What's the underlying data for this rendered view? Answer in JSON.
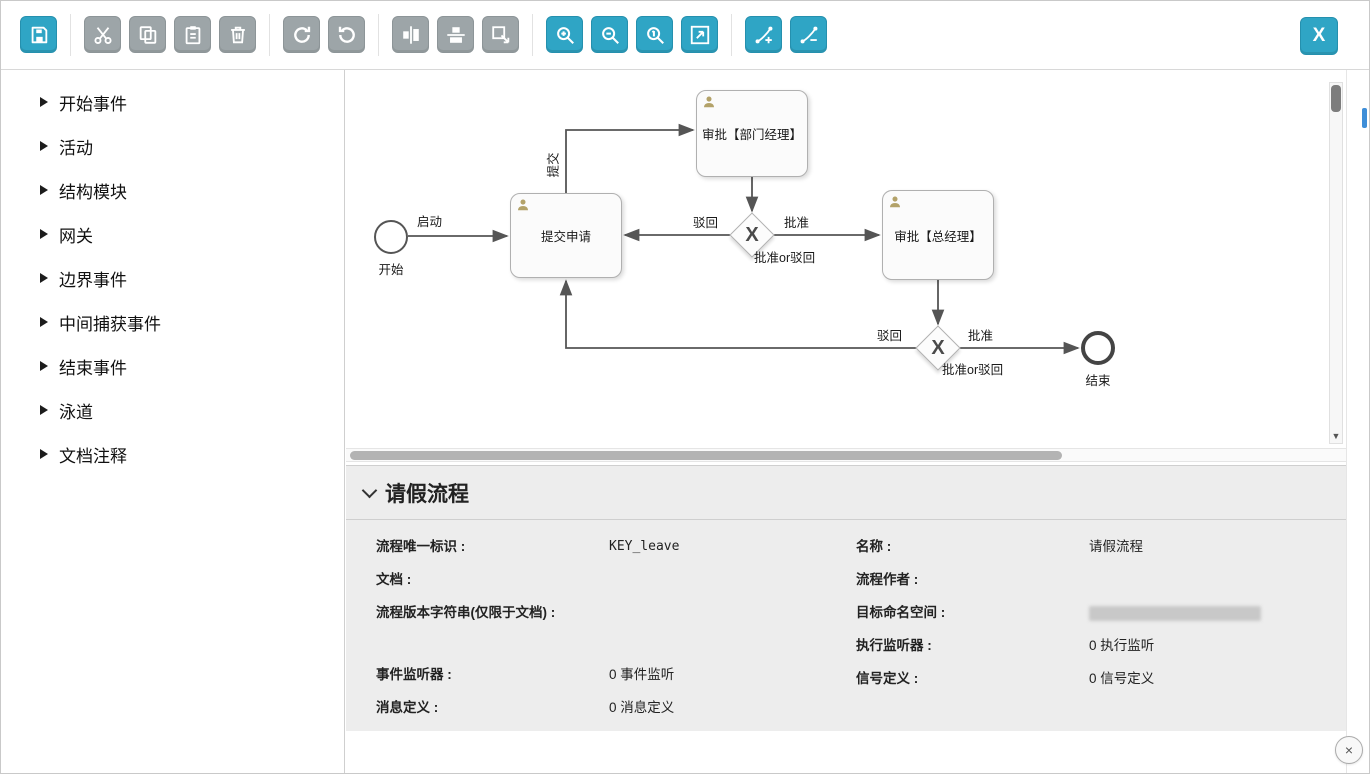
{
  "colors": {
    "accent": "#2fa5c5",
    "disabled": "#9da5a8"
  },
  "toolbar": {
    "groups": [
      {
        "buttons": [
          {
            "id": "save",
            "icon": "save-icon",
            "enabled": true
          }
        ]
      },
      {
        "buttons": [
          {
            "id": "cut",
            "icon": "cut-icon",
            "enabled": false
          },
          {
            "id": "copy",
            "icon": "copy-icon",
            "enabled": false
          },
          {
            "id": "paste",
            "icon": "paste-icon",
            "enabled": false
          },
          {
            "id": "delete",
            "icon": "trash-icon",
            "enabled": false
          }
        ]
      },
      {
        "buttons": [
          {
            "id": "redo",
            "icon": "redo-icon",
            "enabled": false
          },
          {
            "id": "undo",
            "icon": "undo-icon",
            "enabled": false
          }
        ]
      },
      {
        "buttons": [
          {
            "id": "align-middle",
            "icon": "align-middle-icon",
            "enabled": false
          },
          {
            "id": "align-center",
            "icon": "align-center-icon",
            "enabled": false
          },
          {
            "id": "same-size",
            "icon": "same-size-icon",
            "enabled": false
          }
        ]
      },
      {
        "buttons": [
          {
            "id": "zoom-in",
            "icon": "zoom-in-icon",
            "enabled": true
          },
          {
            "id": "zoom-out",
            "icon": "zoom-out-icon",
            "enabled": true
          },
          {
            "id": "zoom-actual",
            "icon": "zoom-actual-icon",
            "enabled": true
          },
          {
            "id": "zoom-fit",
            "icon": "zoom-fit-icon",
            "enabled": true
          }
        ]
      },
      {
        "buttons": [
          {
            "id": "bendpoint-add",
            "icon": "bendpoint-add-icon",
            "enabled": true
          },
          {
            "id": "bendpoint-remove",
            "icon": "bendpoint-remove-icon",
            "enabled": true
          }
        ]
      }
    ],
    "close_label": "X"
  },
  "palette": {
    "items": [
      {
        "label": "开始事件"
      },
      {
        "label": "活动"
      },
      {
        "label": "结构模块"
      },
      {
        "label": "网关"
      },
      {
        "label": "边界事件"
      },
      {
        "label": "中间捕获事件"
      },
      {
        "label": "结束事件"
      },
      {
        "label": "泳道"
      },
      {
        "label": "文档注释"
      }
    ]
  },
  "diagram": {
    "start": {
      "label": "开始"
    },
    "end": {
      "label": "结束"
    },
    "tasks": {
      "submit": {
        "label": "提交申请"
      },
      "dept": {
        "label": "审批【部门经理】"
      },
      "gm": {
        "label": "审批【总经理】"
      }
    },
    "gateways": {
      "g1": {
        "symbol": "X",
        "label": "批准or驳回"
      },
      "g2": {
        "symbol": "X",
        "label": "批准or驳回"
      }
    },
    "edges": {
      "launch": "启动",
      "submit_up": "提交",
      "g1_reject": "驳回",
      "g1_approve": "批准",
      "g2_reject": "驳回",
      "g2_approve": "批准"
    }
  },
  "properties": {
    "title": "请假流程",
    "columns": [
      {
        "fields": [
          {
            "label": "流程唯一标识 :",
            "value": "KEY_leave",
            "mono": true
          },
          {
            "label": "文档 :",
            "value": ""
          },
          {
            "label": "流程版本字符串(仅限于文档) :",
            "value": "",
            "tall": true
          },
          {
            "label": "事件监听器 :",
            "value": "0 事件监听"
          },
          {
            "label": "消息定义 :",
            "value": "0 消息定义"
          }
        ]
      },
      {
        "fields": [
          {
            "label": "名称 :",
            "value": "请假流程"
          },
          {
            "label": "流程作者 :",
            "value": ""
          },
          {
            "label": "目标命名空间 :",
            "value": "",
            "redacted": true
          },
          {
            "label": "执行监听器 :",
            "value": "0 执行监听"
          },
          {
            "label": "信号定义 :",
            "value": "0 信号定义"
          }
        ]
      }
    ]
  },
  "misc": {
    "corner_close": "×"
  }
}
